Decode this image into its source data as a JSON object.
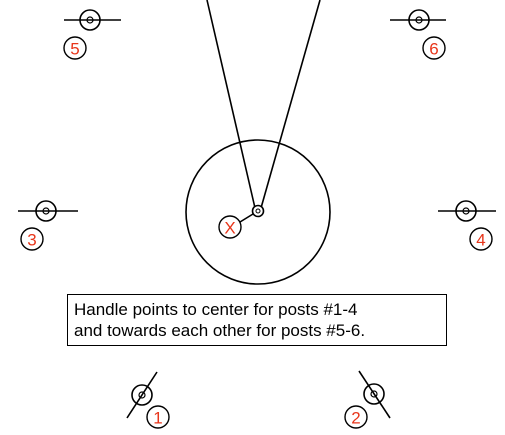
{
  "labels": {
    "post1": "1",
    "post2": "2",
    "post3": "3",
    "post4": "4",
    "post5": "5",
    "post6": "6",
    "center": "X"
  },
  "note": {
    "line1": "Handle points to center for posts #1-4",
    "line2": "and towards each other for posts #5-6."
  },
  "colors": {
    "label": "#e8361b",
    "stroke": "#000000"
  }
}
